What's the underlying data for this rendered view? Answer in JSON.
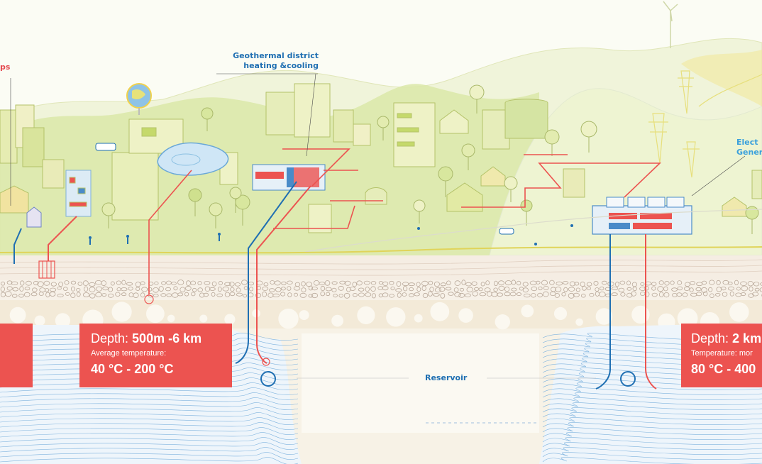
{
  "labels": {
    "district": "Geothermal district heating &cooling",
    "district_line1": "Geothermal district",
    "district_line2": "heating &cooling",
    "heat_pumps_fragment": "ps",
    "electricity_line1": "Elect",
    "electricity_line2": "Gener",
    "reservoir": "Reservoir"
  },
  "boxes": [
    {
      "depth_prefix": "Depth: ",
      "depth_value": "500m -6 km",
      "temp_label": "Average temperature:",
      "temp_range": "40 °C - 200 °C"
    },
    {
      "depth_prefix": "Depth: ",
      "depth_value": "2 km",
      "temp_label": "Temperature: mor",
      "temp_range": "80 °C - 400"
    }
  ],
  "colors": {
    "red": "#ec5350",
    "blue": "#1f6fb2",
    "green": "#c9dc8a",
    "yellow": "#e7e27a",
    "sand": "#eadfc8",
    "background": "#fbfcf4"
  }
}
